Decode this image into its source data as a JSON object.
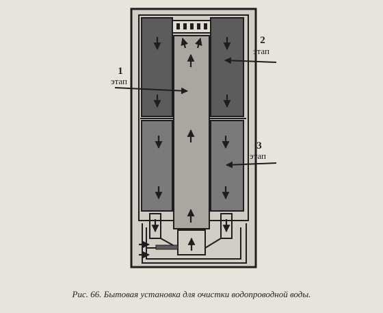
{
  "diagram": {
    "stages": [
      {
        "number": "1",
        "word": "этап"
      },
      {
        "number": "2",
        "word": "этап"
      },
      {
        "number": "3",
        "word": "этап"
      }
    ],
    "colors": {
      "background": "#e8e4dc",
      "outline": "#1e1e1e",
      "shell": "#d2cec6",
      "dark_filter": "#5c5c5c",
      "medium_filter": "#7a7a7a",
      "center_column": "#aaa7a0"
    },
    "icons": [
      "arrow-up-icon",
      "arrow-down-icon",
      "arrow-right-icon",
      "arrow-left-icon"
    ]
  },
  "caption": "Рис. 66. Бытовая установка для очистки водопроводной воды."
}
